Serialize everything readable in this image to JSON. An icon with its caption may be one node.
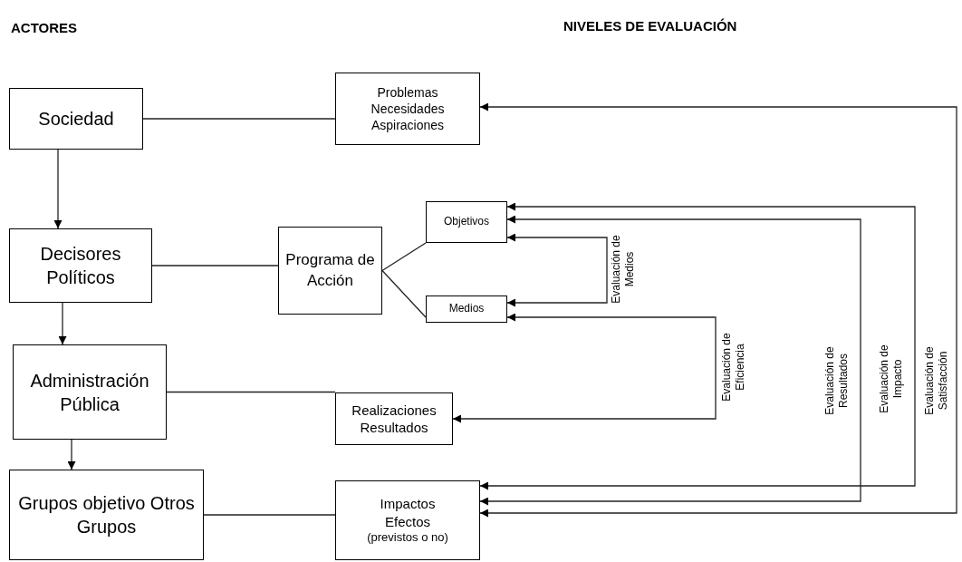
{
  "diagram": {
    "nodes": [
      {
        "text": [
          "Sociedad"
        ]
      },
      {
        "text": [
          "Problemas",
          "Necesidades",
          "Aspiraciones"
        ]
      },
      {
        "text": [
          "Decisores Políticos"
        ]
      },
      {
        "text": [
          "Programa de Acción"
        ]
      },
      {
        "text": [
          "Objetivos"
        ]
      },
      {
        "text": [
          "Medios"
        ]
      },
      {
        "text": [
          "Administración Pública"
        ]
      },
      {
        "text": [
          "Realizaciones",
          "Resultados"
        ]
      },
      {
        "text": [
          "Grupos objetivo Otros Grupos"
        ]
      },
      {
        "text": [
          "Impactos",
          "Efectos",
          "(previstos o no)"
        ]
      }
    ],
    "edges": [
      {
        "from": 0,
        "to": 2,
        "arrow": "to"
      },
      {
        "from": 2,
        "to": 6,
        "arrow": "to"
      },
      {
        "from": 6,
        "to": 8,
        "arrow": "to"
      },
      {
        "from": 0,
        "to": 1,
        "arrow": "none"
      },
      {
        "from": 2,
        "to": 3,
        "arrow": "none"
      },
      {
        "from": 3,
        "to": 4,
        "arrow": "none"
      },
      {
        "from": 3,
        "to": 5,
        "arrow": "none"
      },
      {
        "from": 6,
        "to": 7,
        "arrow": "none"
      },
      {
        "from": 8,
        "to": 9,
        "arrow": "none"
      },
      {
        "from": 4,
        "to": 5,
        "arrow": "both",
        "label": "Evaluación de Medios"
      },
      {
        "from": 5,
        "to": 7,
        "arrow": "both",
        "label": "Evaluación de Eficiencia"
      },
      {
        "from": 4,
        "to": 9,
        "arrow": "both",
        "label": "Evaluación de Resultados"
      },
      {
        "from": 4,
        "to": 9,
        "arrow": "both",
        "label": "Evaluación de Impacto"
      },
      {
        "from": 1,
        "to": 9,
        "arrow": "both",
        "label": "Evaluación de Satisfacción"
      }
    ],
    "labels": [
      "ACTORES",
      "NIVELES DE EVALUACIÓN"
    ]
  }
}
